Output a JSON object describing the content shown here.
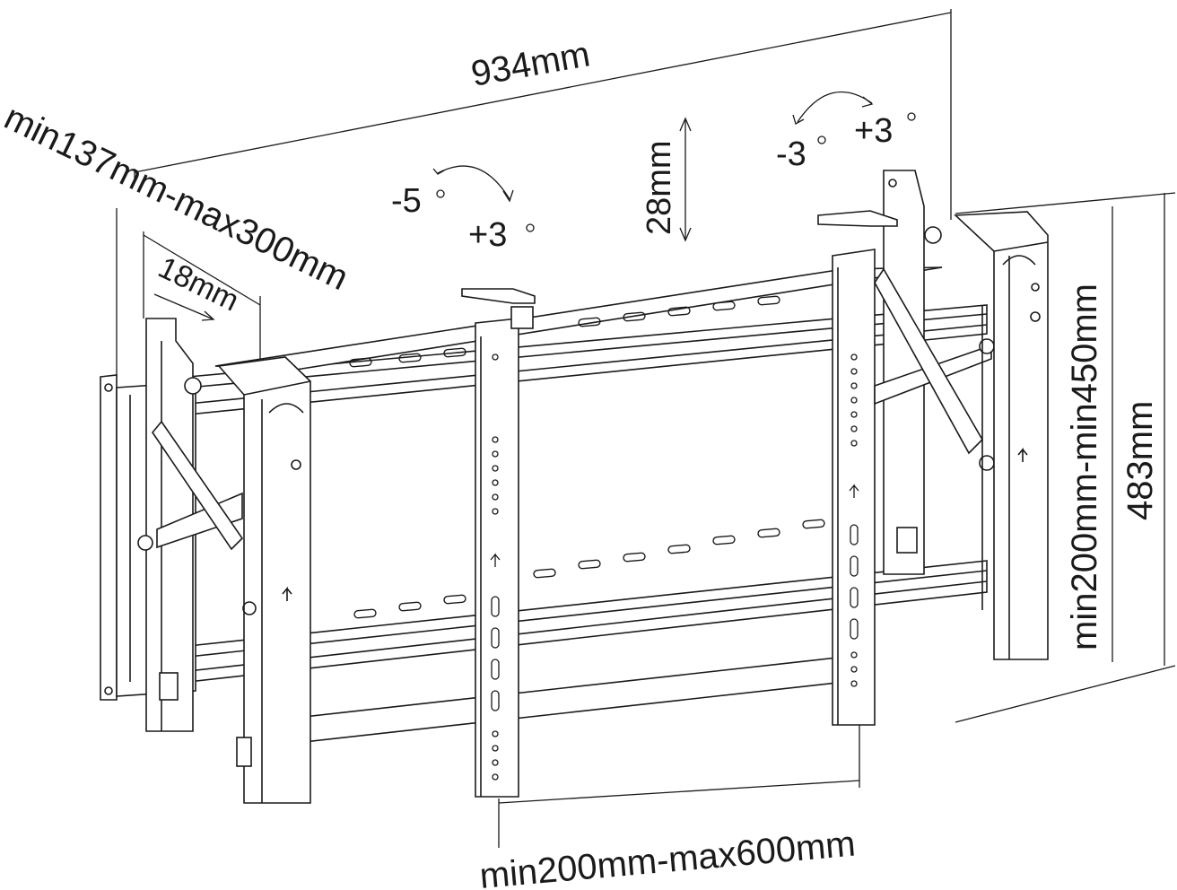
{
  "dimensions": {
    "width": "934mm",
    "depth": "min137mm-max300mm",
    "adjust": "18mm",
    "vertical_adjust": "28mm",
    "height": "483mm",
    "arm_spacing": "min200mm-min450mm",
    "bracket_spacing": "min200mm-max600mm"
  },
  "tilt_left": {
    "minus": "-5",
    "plus": "+3"
  },
  "tilt_right": {
    "minus": "-3",
    "plus": "+3"
  },
  "colors": {
    "line": "#1a1a1a",
    "background": "#ffffff"
  }
}
